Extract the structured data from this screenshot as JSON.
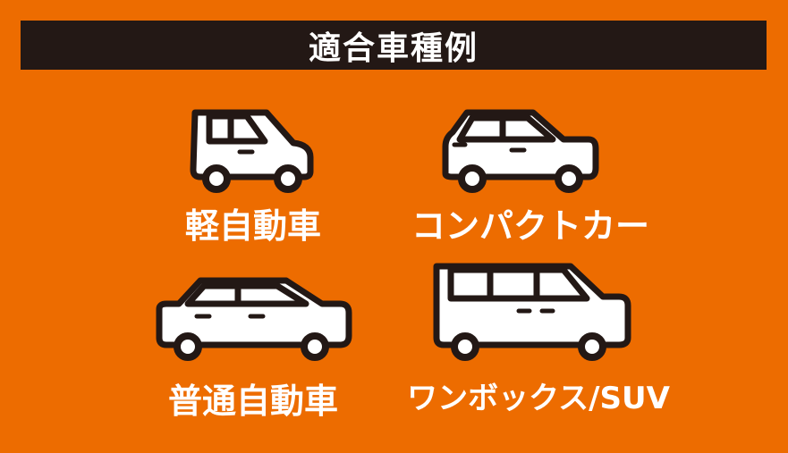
{
  "title": "適合車種例",
  "colors": {
    "background": "#ED6C00",
    "title_bar": "#231815",
    "stroke": "#231815",
    "fill": "#ffffff"
  },
  "vehicles": [
    {
      "icon": "kei-car-icon",
      "label": "軽自動車"
    },
    {
      "icon": "compact-car-icon",
      "label": "コンパクトカー"
    },
    {
      "icon": "sedan-car-icon",
      "label": "普通自動車"
    },
    {
      "icon": "van-suv-icon",
      "label": "ワンボックス/SUV"
    }
  ]
}
